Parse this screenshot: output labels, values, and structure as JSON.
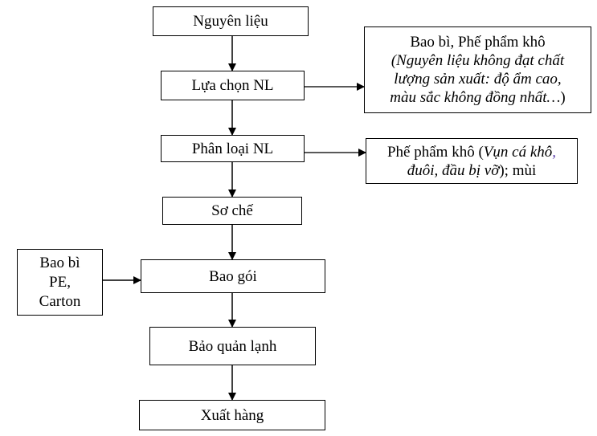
{
  "diagram": {
    "type": "process-flowchart",
    "main_steps": [
      {
        "id": "nguyen-lieu",
        "label": "Nguyên liệu"
      },
      {
        "id": "lua-chon",
        "label": "Lựa chọn NL"
      },
      {
        "id": "phan-loai",
        "label": "Phân loại NL"
      },
      {
        "id": "so-che",
        "label": "Sơ chế"
      },
      {
        "id": "bao-goi",
        "label": "Bao gói"
      },
      {
        "id": "bao-quan",
        "label": "Bảo quản lạnh"
      },
      {
        "id": "xuat-hang",
        "label": "Xuất hàng"
      }
    ],
    "inputs": [
      {
        "id": "bao-bi-pe",
        "target": "bao-goi",
        "lines": [
          "Bao bì",
          "PE,",
          "Carton"
        ]
      }
    ],
    "outputs": [
      {
        "id": "reject-1",
        "source": "lua-chon",
        "title": "Bao bì, Phế phẩm khô",
        "italic_lines": [
          "(Nguyên liệu không đạt chất",
          "lượng sản xuất: độ ẩm cao,",
          "màu sắc không đồng nhất…"
        ],
        "closing": ")"
      },
      {
        "id": "reject-2",
        "source": "phan-loai",
        "prefix": "Phế phẩm khô (",
        "italic_1": "Vụn cá khô",
        "accent_comma": ",",
        "italic_2": "đuôi, đầu bị vỡ",
        "suffix": "); mùi"
      }
    ],
    "colors": {
      "line": "#000000",
      "background": "#ffffff",
      "accent_comma": "#5b3fa8"
    }
  }
}
